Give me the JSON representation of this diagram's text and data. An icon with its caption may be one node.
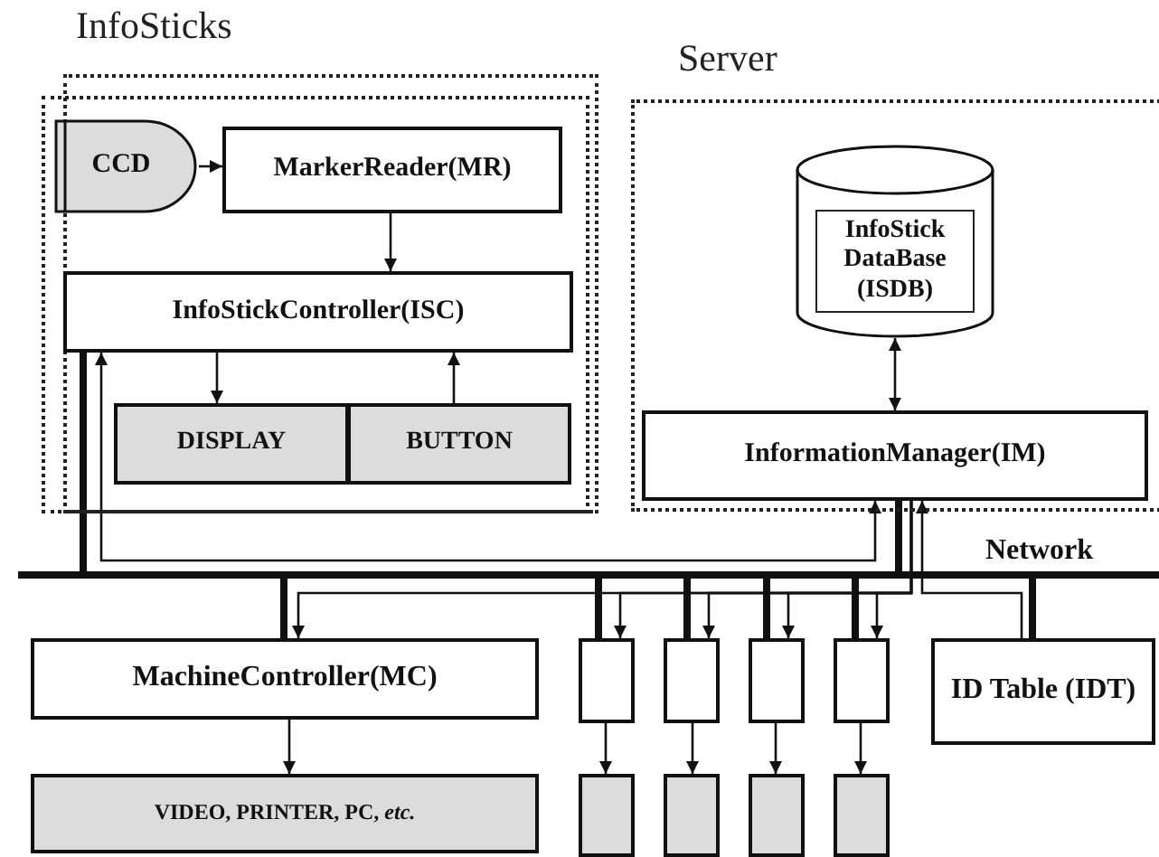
{
  "diagram": {
    "nodes": [
      {
        "text": [
          "InfoSticks"
        ]
      },
      {
        "text": [
          "CCD"
        ],
        "in": 0
      },
      {
        "text": [
          "MarkerReader(MR)"
        ],
        "in": 0
      },
      {
        "text": [
          "InfoStickController(ISC)"
        ],
        "in": 0
      },
      {
        "text": [
          "DISPLAY"
        ],
        "in": 0
      },
      {
        "text": [
          "BUTTON"
        ],
        "in": 0
      },
      {
        "text": [
          "Server"
        ]
      },
      {
        "text": [
          "InfoStick DataBase (ISDB)"
        ],
        "in": 6
      },
      {
        "text": [
          "InformationManager(IM)"
        ],
        "in": 6
      },
      {
        "text": [],
        "shape": "bar",
        "beside": [
          "Network"
        ]
      },
      {
        "text": [
          "MachineController(MC)"
        ]
      },
      {
        "text": [],
        "shape": "box"
      },
      {
        "text": [],
        "shape": "box"
      },
      {
        "text": [],
        "shape": "box"
      },
      {
        "text": [],
        "shape": "box"
      },
      {
        "text": [
          "ID Table (IDT)"
        ]
      },
      {
        "text": [
          "VIDEO, PRINTER, PC, *etc.*"
        ]
      },
      {
        "text": [],
        "shape": "box"
      },
      {
        "text": [],
        "shape": "box"
      },
      {
        "text": [],
        "shape": "box"
      },
      {
        "text": [],
        "shape": "box"
      }
    ],
    "edges": [
      {
        "from": 1,
        "to": 2,
        "arrow": "to"
      },
      {
        "from": 2,
        "to": 3,
        "arrow": "to"
      },
      {
        "from": 3,
        "to": 4,
        "arrow": "to"
      },
      {
        "from": 5,
        "to": 3,
        "arrow": "to"
      },
      {
        "from": 7,
        "to": 8,
        "arrow": "both"
      },
      {
        "from": 3,
        "to": 9,
        "arrow": "none",
        "style": "thick"
      },
      {
        "from": 8,
        "to": 9,
        "arrow": "none",
        "style": "thick"
      },
      {
        "from": 9,
        "to": 10,
        "arrow": "none",
        "style": "thick"
      },
      {
        "from": 9,
        "to": 11,
        "arrow": "none",
        "style": "thick"
      },
      {
        "from": 9,
        "to": 12,
        "arrow": "none",
        "style": "thick"
      },
      {
        "from": 9,
        "to": 13,
        "arrow": "none",
        "style": "thick"
      },
      {
        "from": 9,
        "to": 14,
        "arrow": "none",
        "style": "thick"
      },
      {
        "from": 15,
        "to": 9,
        "arrow": "none",
        "style": "thick"
      },
      {
        "from": 10,
        "to": 16,
        "arrow": "to"
      },
      {
        "from": 11,
        "to": 17,
        "arrow": "to"
      },
      {
        "from": 12,
        "to": 18,
        "arrow": "to"
      },
      {
        "from": 13,
        "to": 19,
        "arrow": "to"
      },
      {
        "from": 14,
        "to": 20,
        "arrow": "to"
      },
      {
        "from": 3,
        "to": 8,
        "arrow": "both"
      },
      {
        "from": 8,
        "to": 10,
        "arrow": "to"
      },
      {
        "from": 8,
        "to": 11,
        "arrow": "to"
      },
      {
        "from": 8,
        "to": 12,
        "arrow": "to"
      },
      {
        "from": 8,
        "to": 13,
        "arrow": "to"
      },
      {
        "from": 8,
        "to": 14,
        "arrow": "to"
      },
      {
        "from": 15,
        "to": 8,
        "arrow": "to"
      }
    ]
  }
}
